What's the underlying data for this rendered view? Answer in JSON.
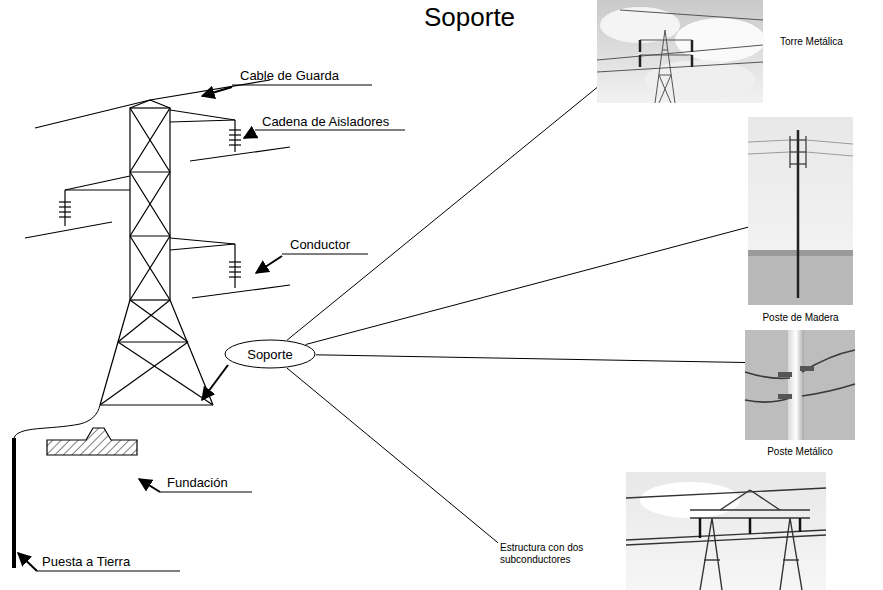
{
  "diagram": {
    "title": "Soporte",
    "nodes": [
      {
        "text": [
          "Soporte"
        ]
      },
      {
        "text": [
          "Torre Metálica"
        ]
      },
      {
        "text": [
          "Poste de Madera"
        ]
      },
      {
        "text": [
          "Poste Metálico"
        ]
      },
      {
        "text": [
          "Estructura con dos subconductores"
        ]
      }
    ],
    "edges": [
      {
        "from": 0,
        "to": 1,
        "arrow": "none"
      },
      {
        "from": 0,
        "to": 2,
        "arrow": "none"
      },
      {
        "from": 0,
        "to": 3,
        "arrow": "none"
      },
      {
        "from": 0,
        "to": 4,
        "arrow": "none"
      }
    ],
    "labels": [
      "Cable de Guarda",
      "Cadena de Aisladores",
      "Conductor",
      "Fundación",
      "Puesta a Tierra"
    ]
  }
}
